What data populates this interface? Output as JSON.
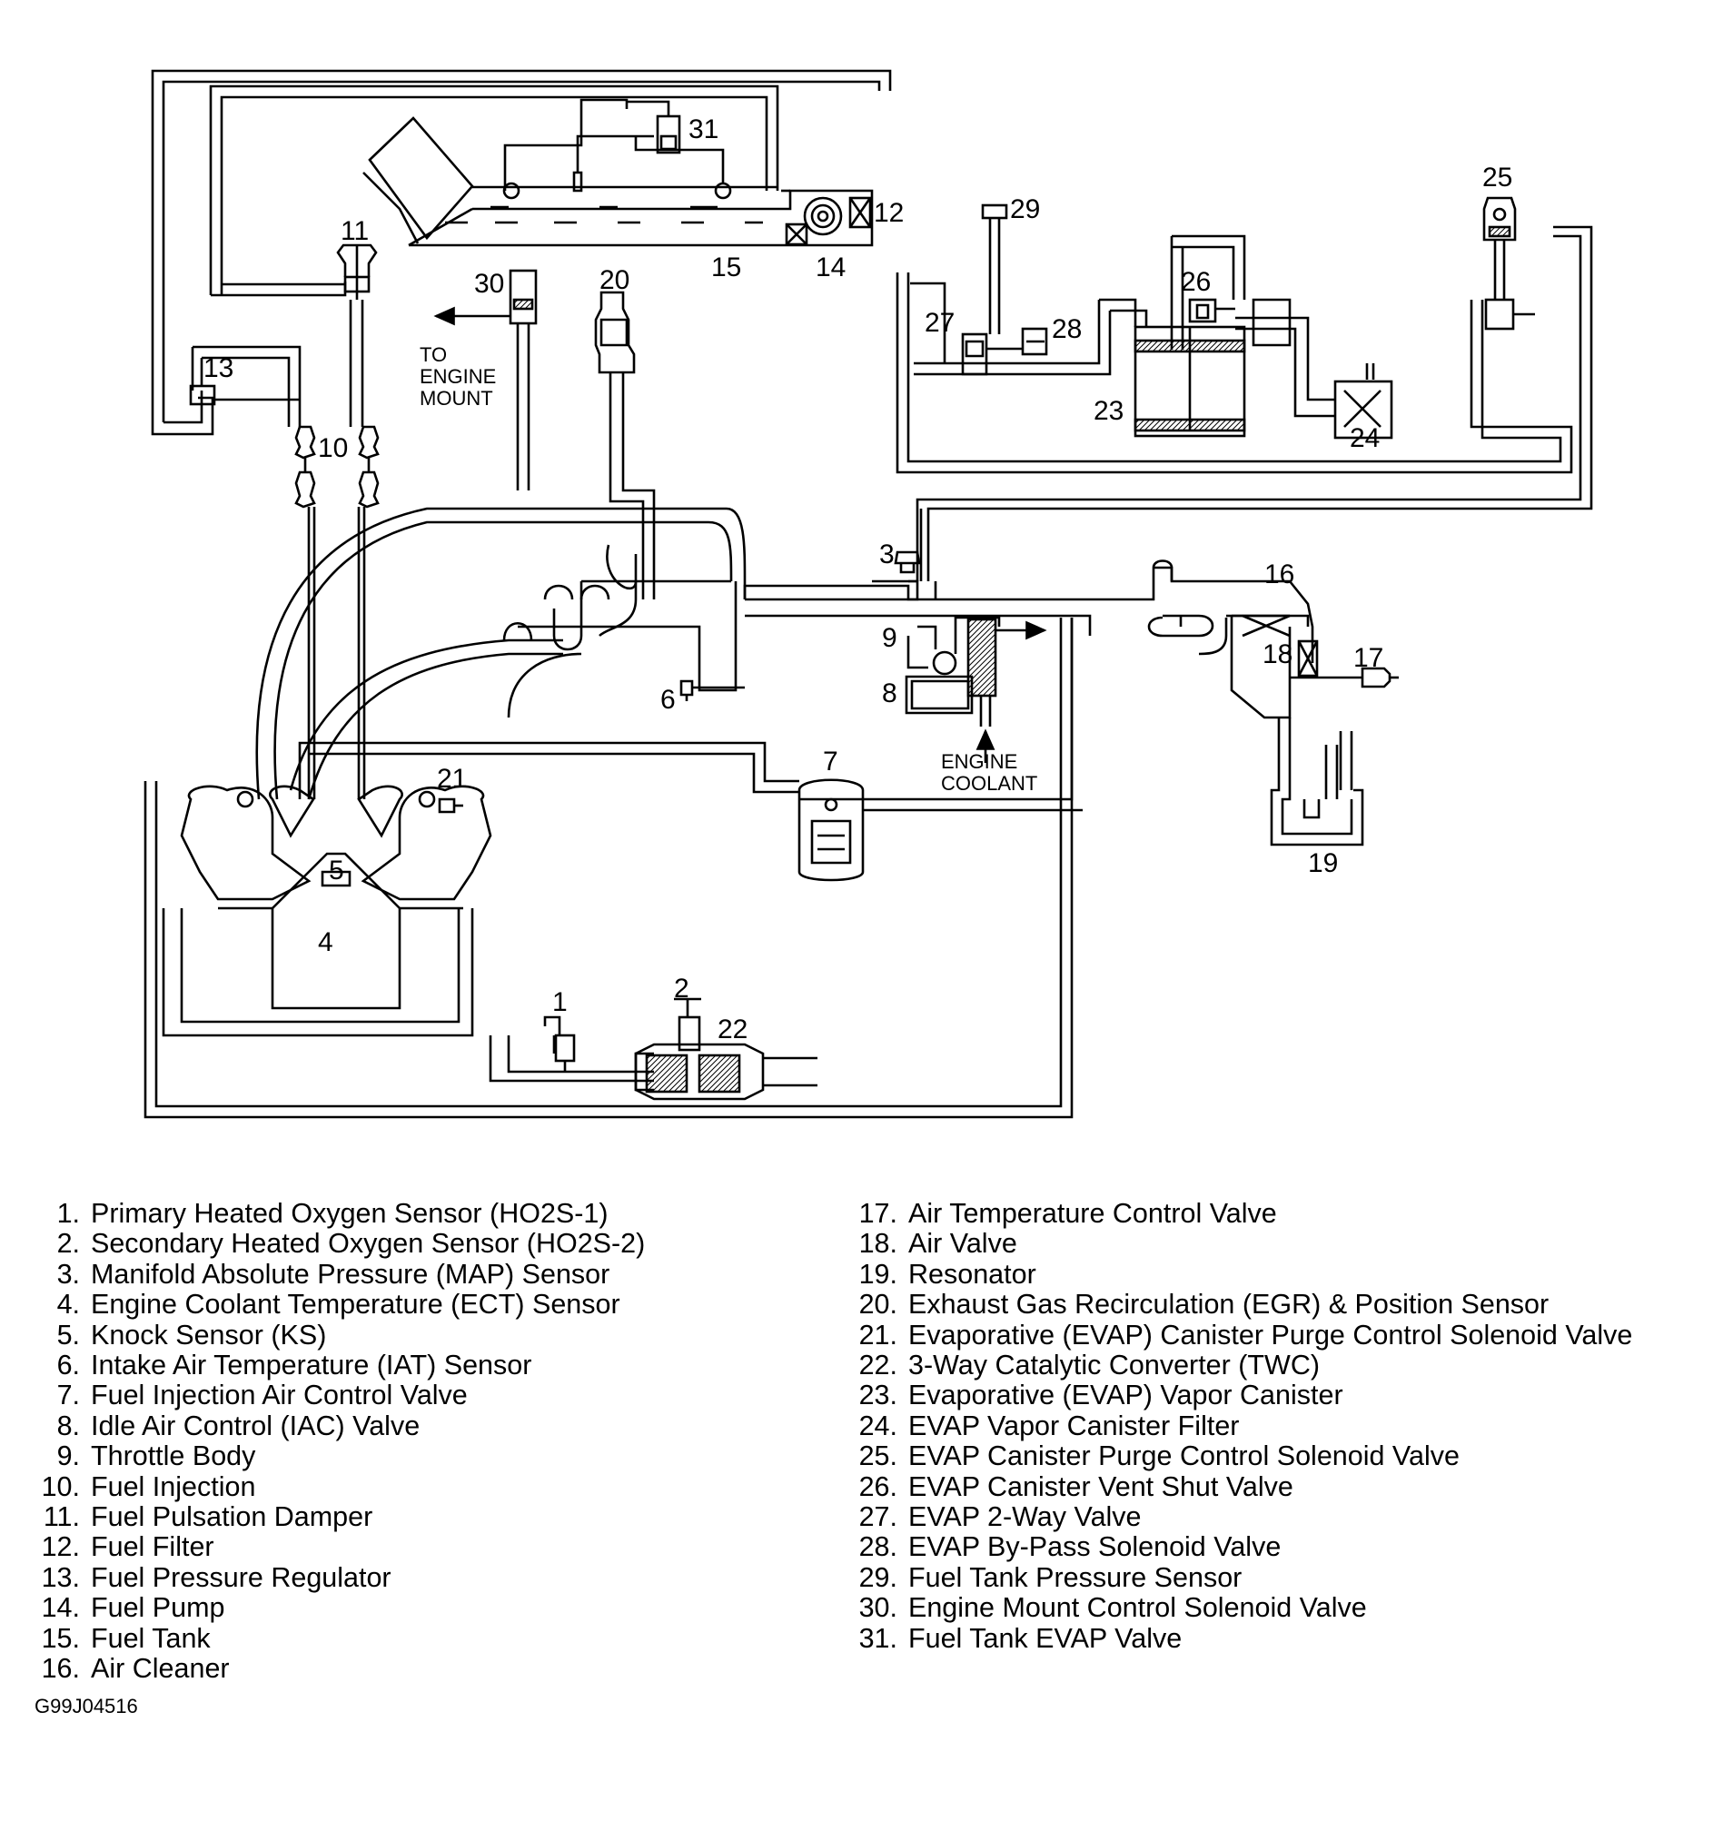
{
  "callouts": [
    "1",
    "2",
    "3",
    "4",
    "5",
    "6",
    "7",
    "8",
    "9",
    "10",
    "11",
    "12",
    "13",
    "14",
    "15",
    "16",
    "17",
    "18",
    "19",
    "20",
    "21",
    "22",
    "23",
    "24",
    "25",
    "26",
    "27",
    "28",
    "29",
    "30",
    "31"
  ],
  "notes": {
    "engine_mount": [
      "TO",
      "ENGINE",
      "MOUNT"
    ],
    "engine_coolant": [
      "ENGINE",
      "COOLANT"
    ]
  },
  "legend": [
    {
      "num": "1.",
      "label": "Primary Heated Oxygen Sensor (HO2S-1)"
    },
    {
      "num": "2.",
      "label": "Secondary Heated Oxygen Sensor (HO2S-2)"
    },
    {
      "num": "3.",
      "label": "Manifold Absolute Pressure (MAP) Sensor"
    },
    {
      "num": "4.",
      "label": "Engine Coolant Temperature (ECT) Sensor"
    },
    {
      "num": "5.",
      "label": "Knock Sensor (KS)"
    },
    {
      "num": "6.",
      "label": "Intake Air Temperature (IAT) Sensor"
    },
    {
      "num": "7.",
      "label": "Fuel Injection Air Control Valve"
    },
    {
      "num": "8.",
      "label": "Idle Air Control (IAC) Valve"
    },
    {
      "num": "9.",
      "label": "Throttle Body"
    },
    {
      "num": "10.",
      "label": "Fuel Injection"
    },
    {
      "num": "11.",
      "label": "Fuel Pulsation Damper"
    },
    {
      "num": "12.",
      "label": "Fuel Filter"
    },
    {
      "num": "13.",
      "label": "Fuel Pressure Regulator"
    },
    {
      "num": "14.",
      "label": "Fuel Pump"
    },
    {
      "num": "15.",
      "label": "Fuel Tank"
    },
    {
      "num": "16.",
      "label": "Air Cleaner"
    },
    {
      "num": "17.",
      "label": "Air Temperature Control Valve"
    },
    {
      "num": "18.",
      "label": "Air Valve"
    },
    {
      "num": "19.",
      "label": "Resonator"
    },
    {
      "num": "20.",
      "label": "Exhaust Gas Recirculation (EGR) & Position Sensor"
    },
    {
      "num": "21.",
      "label": "Evaporative (EVAP) Canister Purge Control Solenoid Valve"
    },
    {
      "num": "22.",
      "label": "3-Way Catalytic Converter (TWC)"
    },
    {
      "num": "23.",
      "label": "Evaporative (EVAP) Vapor Canister"
    },
    {
      "num": "24.",
      "label": "EVAP Vapor Canister Filter"
    },
    {
      "num": "25.",
      "label": "EVAP Canister Purge Control Solenoid Valve"
    },
    {
      "num": "26.",
      "label": "EVAP Canister Vent Shut Valve"
    },
    {
      "num": "27.",
      "label": "EVAP 2-Way Valve"
    },
    {
      "num": "28.",
      "label": "EVAP By-Pass Solenoid Valve"
    },
    {
      "num": "29.",
      "label": "Fuel Tank Pressure Sensor"
    },
    {
      "num": "30.",
      "label": "Engine Mount Control Solenoid Valve"
    },
    {
      "num": "31.",
      "label": "Fuel Tank EVAP Valve"
    }
  ],
  "figure_code": "G99J04516"
}
